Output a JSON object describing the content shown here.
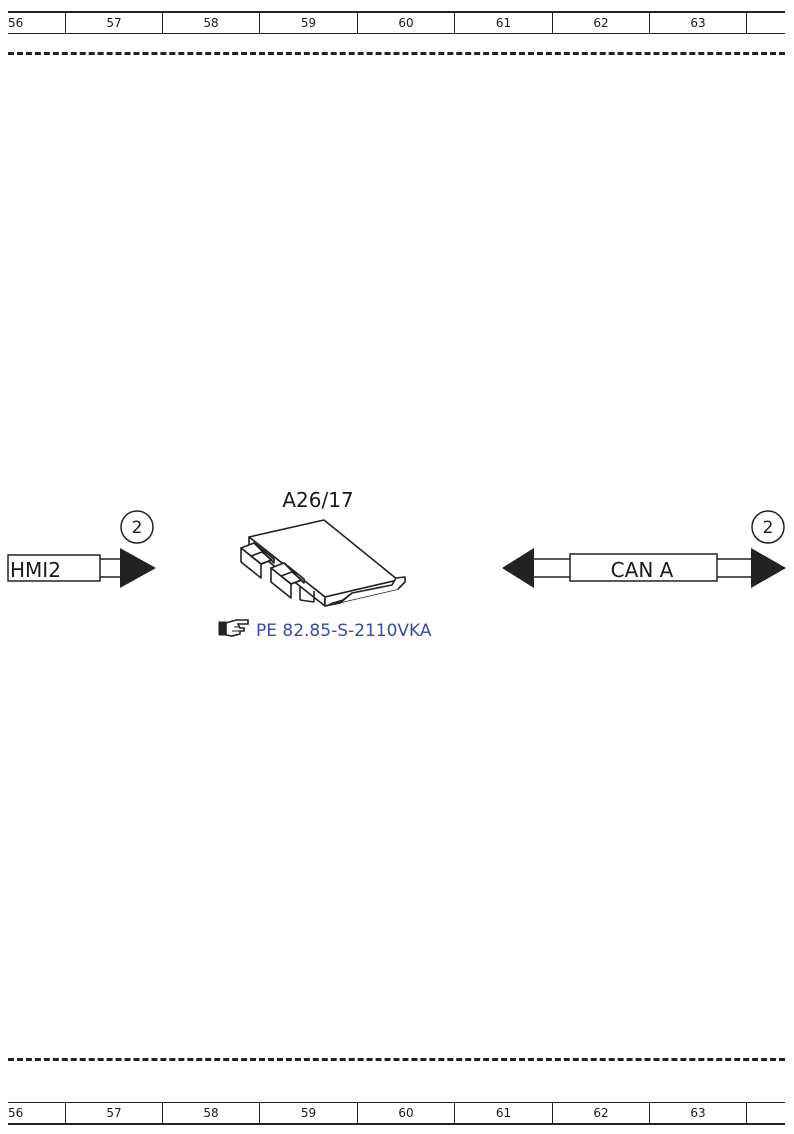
{
  "ruler": {
    "columns": [
      "56",
      "57",
      "58",
      "59",
      "60",
      "61",
      "62",
      "63",
      ""
    ]
  },
  "component": {
    "id": "A26/17",
    "reference": "PE 82.85-S-2110VKA",
    "reference_icon": "pointing-hand-icon"
  },
  "left_connector": {
    "label": "HMI2",
    "badge": "2"
  },
  "right_connector": {
    "label": "CAN A",
    "badge": "2"
  }
}
